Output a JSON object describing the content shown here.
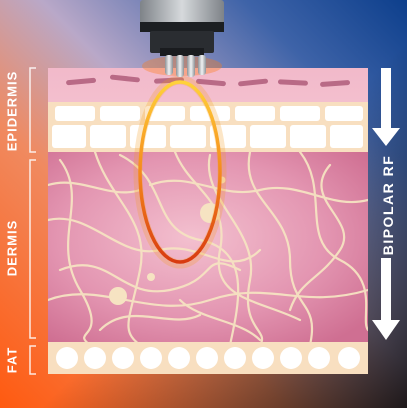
{
  "labels": {
    "epidermis": "EPIDERMIS",
    "dermis": "DERMIS",
    "fat": "FAT",
    "rf": "BIPOLAR RF"
  },
  "colors": {
    "background_warm": "#ff5a10",
    "background_cool": "#0d3f8c",
    "skin_pink": "#e58fae",
    "fiber_cream": "#f6e3c2",
    "rf_current": "#e85a15",
    "arrow_white": "#ffffff"
  },
  "icons": [
    "bipolar-rf-applicator-icon",
    "down-arrow-icon"
  ]
}
